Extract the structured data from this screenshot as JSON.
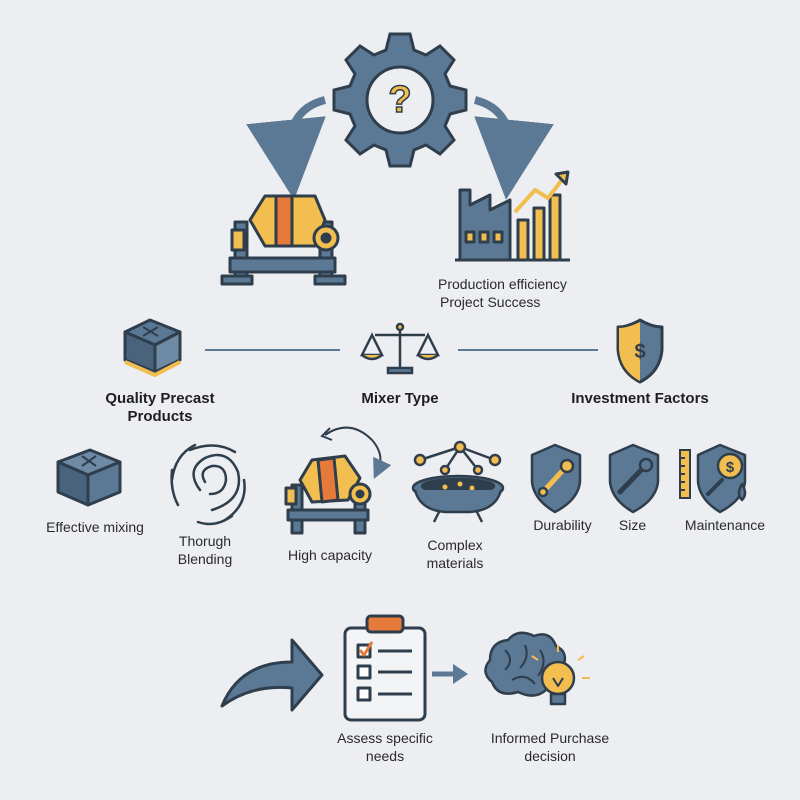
{
  "top": {
    "question_gear_icon": "gear-question-icon",
    "efficiency_label_1": "Production efficiency",
    "efficiency_label_2": "Project Success"
  },
  "middle": {
    "quality_header": "Quality Precast\nProducts",
    "mixer_header": "Mixer Type",
    "investment_header": "Investment Factors"
  },
  "details": {
    "effective_mixing": "Effective mixing",
    "thorough_blending": "Thorugh\nBlending",
    "high_capacity": "High capacity",
    "complex_materials": "Complex\nmaterials",
    "durability": "Durability",
    "size": "Size",
    "maintenance": "Maintenance"
  },
  "bottom": {
    "assess_needs": "Assess specific\nneeds",
    "informed_decision": "Informed Purchase\ndecision"
  },
  "colors": {
    "slate": "#5b7894",
    "slate_dark": "#2f3e4d",
    "gold": "#f2be4f",
    "orange": "#e67a3a",
    "bg": "#eceef1"
  }
}
